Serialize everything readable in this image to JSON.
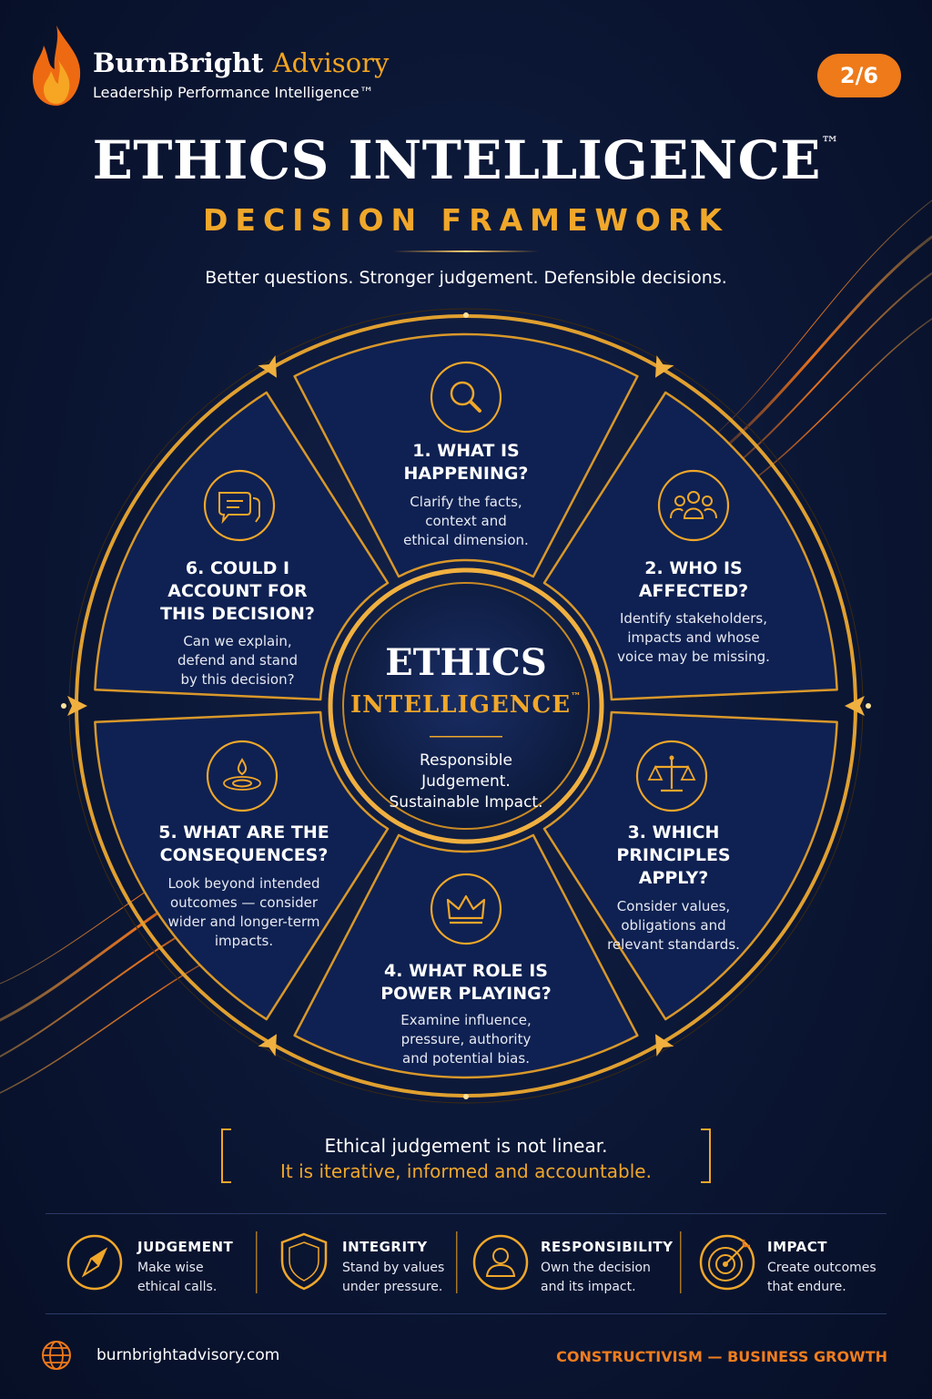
{
  "header": {
    "brand_part1": "BurnBright",
    "brand_part2": "Advisory",
    "tagline": "Leadership Performance Intelligence™",
    "page_indicator": "2/6"
  },
  "title": {
    "main": "ETHICS INTELLIGENCE",
    "trademark": "™",
    "subtitle": "DECISION FRAMEWORK",
    "tagline": "Better questions. Stronger judgement. Defensible decisions."
  },
  "hub": {
    "title": "ETHICS",
    "subtitle": "INTELLIGENCE",
    "trademark": "™",
    "desc_lines": [
      "Responsible",
      "Judgement.",
      "Sustainable Impact."
    ]
  },
  "segments": [
    {
      "icon": "magnifier-icon",
      "title_lines": [
        "1. WHAT IS",
        "HAPPENING?"
      ],
      "desc_lines": [
        "Clarify the facts,",
        "context and",
        "ethical dimension."
      ]
    },
    {
      "icon": "people-group-icon",
      "title_lines": [
        "2. WHO IS",
        "AFFECTED?"
      ],
      "desc_lines": [
        "Identify stakeholders,",
        "impacts and whose",
        "voice may be missing."
      ]
    },
    {
      "icon": "scales-icon",
      "title_lines": [
        "3. WHICH",
        "PRINCIPLES",
        "APPLY?"
      ],
      "desc_lines": [
        "Consider values,",
        "obligations and",
        "relevant standards."
      ]
    },
    {
      "icon": "crown-icon",
      "title_lines": [
        "4. WHAT ROLE IS",
        "POWER PLAYING?"
      ],
      "desc_lines": [
        "Examine influence,",
        "pressure, authority",
        "and potential bias."
      ]
    },
    {
      "icon": "water-drop-ripple-icon",
      "title_lines": [
        "5. WHAT ARE THE",
        "CONSEQUENCES?"
      ],
      "desc_lines": [
        "Look beyond intended",
        "outcomes — consider",
        "wider and longer-term",
        "impacts."
      ]
    },
    {
      "icon": "speech-bubbles-icon",
      "title_lines": [
        "6. COULD I",
        "ACCOUNT FOR",
        "THIS DECISION?"
      ],
      "desc_lines": [
        "Can we explain,",
        "defend and stand",
        "by this decision?"
      ]
    }
  ],
  "quote": {
    "line1": "Ethical judgement is not linear.",
    "line2": "It is iterative, informed and accountable."
  },
  "values": [
    {
      "icon": "compass-icon",
      "title": "JUDGEMENT",
      "desc_lines": [
        "Make wise",
        "ethical calls."
      ]
    },
    {
      "icon": "shield-icon",
      "title": "INTEGRITY",
      "desc_lines": [
        "Stand by values",
        "under pressure."
      ]
    },
    {
      "icon": "person-icon",
      "title": "RESPONSIBILITY",
      "desc_lines": [
        "Own the decision",
        "and its impact."
      ]
    },
    {
      "icon": "target-icon",
      "title": "IMPACT",
      "desc_lines": [
        "Create outcomes",
        "that endure."
      ]
    }
  ],
  "footer": {
    "website": "burnbrightadvisory.com",
    "slogan": "CONSTRUCTIVISM — BUSINESS GROWTH"
  },
  "colors": {
    "background": "#0b1634",
    "gold": "#f0a72a",
    "orange": "#ee7a1a",
    "segment_fill": "#0f2152"
  }
}
